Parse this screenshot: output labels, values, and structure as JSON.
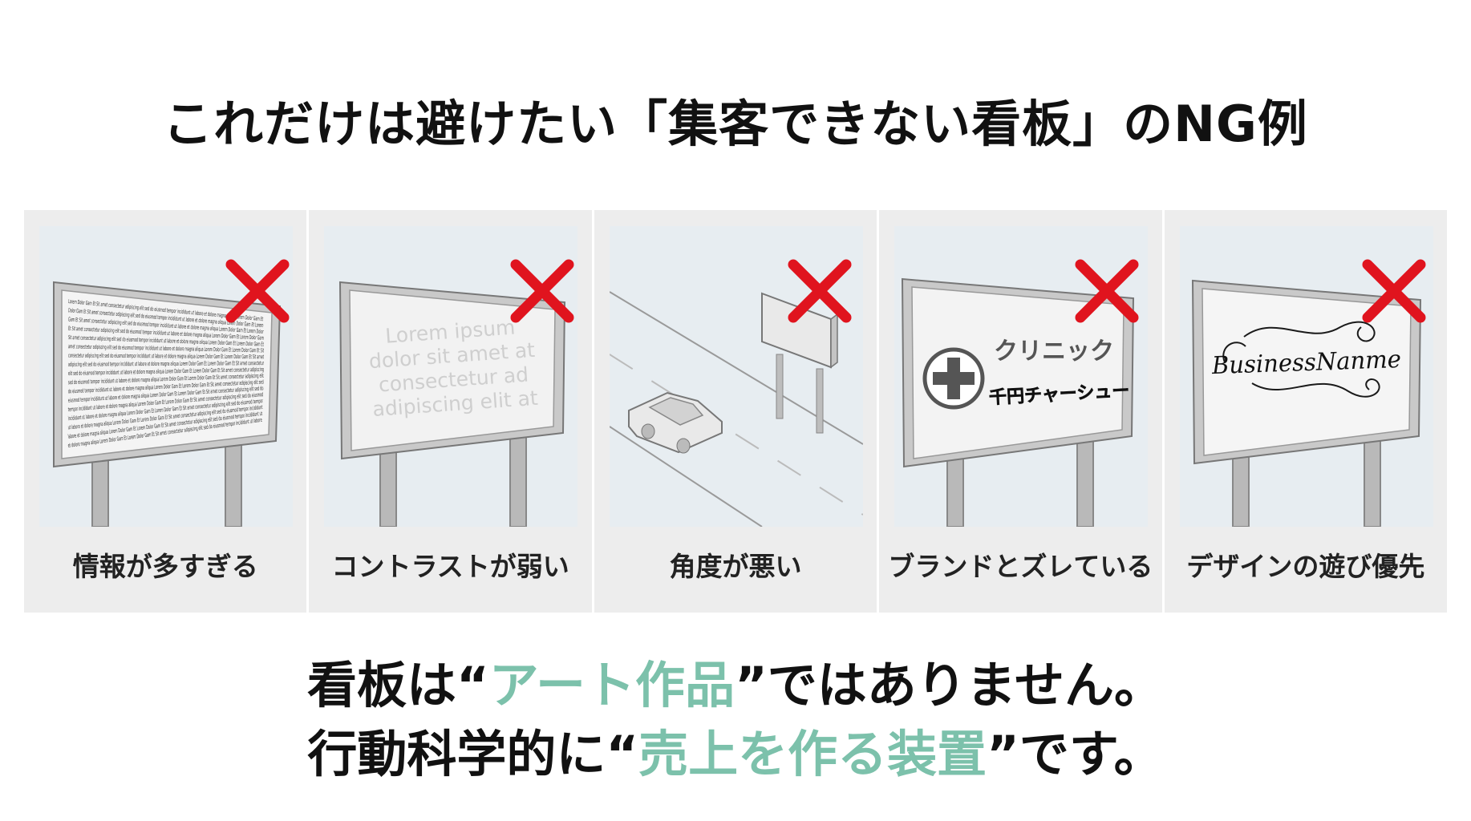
{
  "title": "これだけは避けたい「集客できない看板」のNG例",
  "panels": [
    {
      "caption": "情報が多すぎる",
      "icon": "cross-mark"
    },
    {
      "caption": "コントラストが弱い",
      "icon": "cross-mark",
      "sign_text": [
        "Lorem ipsum",
        "dolor sit amet at",
        "consectetur ad",
        "adipiscing elit at"
      ]
    },
    {
      "caption": "角度が悪い",
      "icon": "cross-mark"
    },
    {
      "caption": "ブランドとズレている",
      "icon": "cross-mark",
      "sign_text": [
        "クリニック",
        "千円チャーシュー"
      ]
    },
    {
      "caption": "デザインの遊び優先",
      "icon": "cross-mark",
      "sign_text": [
        "BusinessNanme"
      ]
    }
  ],
  "dense_text_sample": "Lorem Dolor Gam Et Sit amet consectetur adipiscing elit sed do eiusmod tempor incididunt ut labore et dolore magna aliqua Lorem Dolor Gam Et",
  "message": {
    "line1": {
      "before": "看板は“",
      "highlight": "アート作品",
      "after": "”ではありません。"
    },
    "line2": {
      "before": "行動科学的に“",
      "highlight": "売上を作る装置",
      "after": "”です。"
    }
  },
  "colors": {
    "highlight": "#7cc1ab",
    "cross": "#e0141e",
    "strip": "#ededed"
  }
}
